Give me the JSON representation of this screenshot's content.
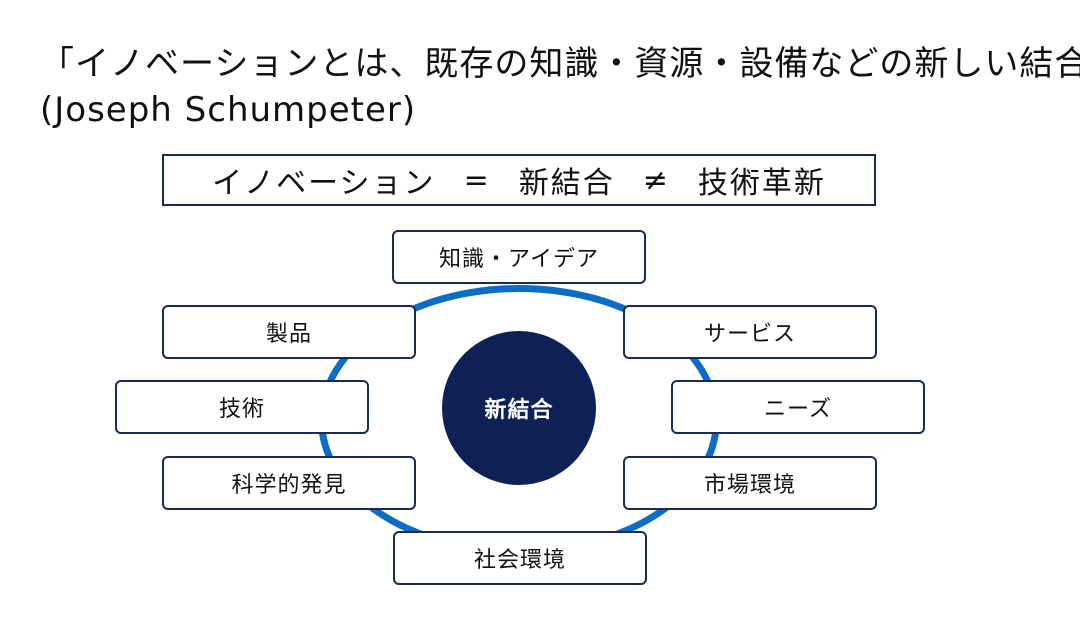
{
  "quote": {
    "line1": "「イノベーションとは、既存の知識・資源・設備などの新しい結合」",
    "line2": "(Joseph Schumpeter)"
  },
  "equation": {
    "term1": "イノベーション",
    "op1": "=",
    "term2": "新結合",
    "op2": "≠",
    "term3": "技術革新"
  },
  "diagram": {
    "center": "新結合",
    "nodes": {
      "top": "知識・アイデア",
      "bottom": "社会環境",
      "left": [
        "製品",
        "技術",
        "科学的発見"
      ],
      "right": [
        "サービス",
        "ニーズ",
        "市場環境"
      ]
    },
    "colors": {
      "ring": "#0c6dc4",
      "center_fill": "#0e2157",
      "box_border": "#1a2a55"
    }
  }
}
